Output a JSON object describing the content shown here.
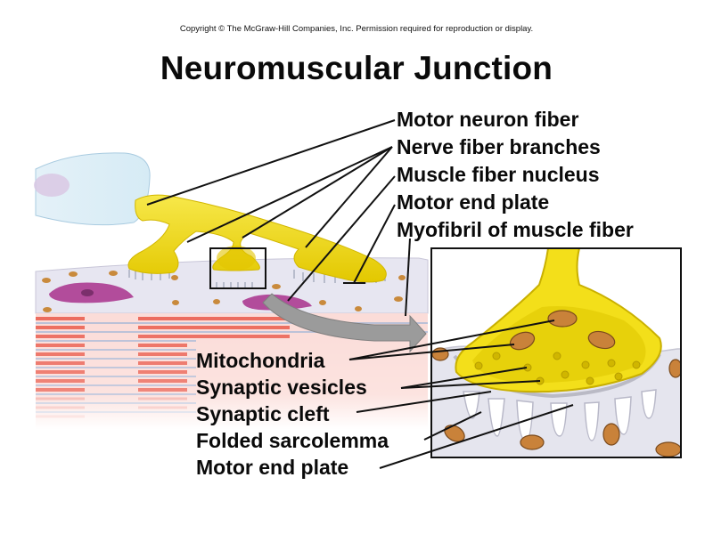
{
  "copyright": "Copyright © The McGraw-Hill Companies, Inc. Permission required for reproduction or display.",
  "title": "Neuromuscular Junction",
  "labels_top": [
    {
      "id": "motor-neuron-fiber",
      "text": "Motor neuron fiber"
    },
    {
      "id": "nerve-fiber-branches",
      "text": "Nerve fiber branches"
    },
    {
      "id": "muscle-fiber-nucleus",
      "text": "Muscle fiber nucleus"
    },
    {
      "id": "motor-end-plate",
      "text": "Motor end plate"
    },
    {
      "id": "myofibril",
      "text": "Myofibril of muscle fiber"
    }
  ],
  "labels_bottom": [
    {
      "id": "mitochondria",
      "text": "Mitochondria"
    },
    {
      "id": "synaptic-vesicles",
      "text": "Synaptic vesicles"
    },
    {
      "id": "synaptic-cleft",
      "text": "Synaptic cleft"
    },
    {
      "id": "folded-sarcolemma",
      "text": "Folded sarcolemma"
    },
    {
      "id": "motor-end-plate-detail",
      "text": "Motor end plate"
    }
  ],
  "colors": {
    "nerve": "#f2dd1e",
    "nerve_dark": "#c9b400",
    "sarcoplasm": "#e6e6f0",
    "nucleus": "#b04a9a",
    "myofibril": "#f08a80",
    "myofibril_dark": "#e8574a",
    "mitochondria": "#c9823a",
    "arrow": "#9a9a9a",
    "schwann": "#dff0f8"
  }
}
